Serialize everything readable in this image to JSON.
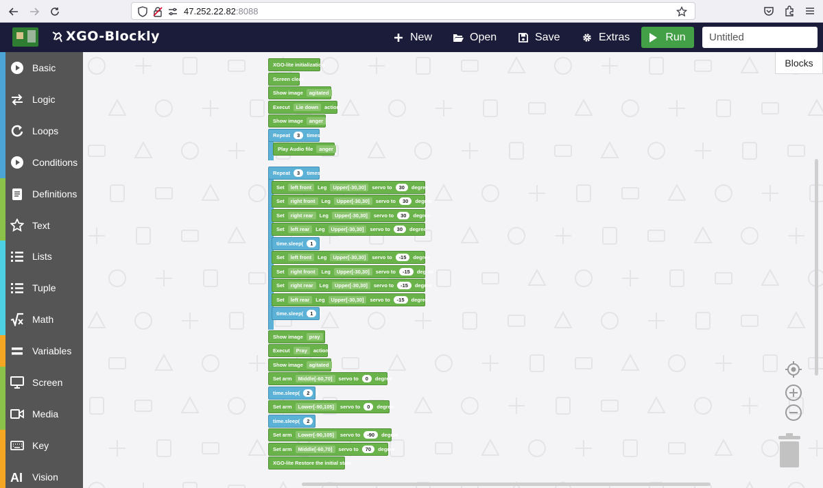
{
  "browser": {
    "url_host": "47.252.22.82",
    "url_port": ":8088"
  },
  "header": {
    "app_title": "XGO-Blockly",
    "new_label": "New",
    "open_label": "Open",
    "save_label": "Save",
    "extras_label": "Extras",
    "run_label": "Run",
    "title_placeholder": "Untitled"
  },
  "sidebar": {
    "items": [
      {
        "label": "Basic",
        "color": "#4ba3d6",
        "icon": "play-circle-icon"
      },
      {
        "label": "Logic",
        "color": "#4ba3d6",
        "icon": "arrows-icon"
      },
      {
        "label": "Loops",
        "color": "#4ba3d6",
        "icon": "redo-icon"
      },
      {
        "label": "Conditions",
        "color": "#4ba3d6",
        "icon": "play-circle-icon"
      },
      {
        "label": "Definitions",
        "color": "#8bc34a",
        "icon": "document-icon"
      },
      {
        "label": "Text",
        "color": "#8bc34a",
        "icon": "star-icon"
      },
      {
        "label": "Lists",
        "color": "#4dd0e1",
        "icon": "list-icon"
      },
      {
        "label": "Tuple",
        "color": "#4dd0e1",
        "icon": "list-icon"
      },
      {
        "label": "Math",
        "color": "#4dd0e1",
        "icon": "sqrt-icon"
      },
      {
        "label": "Variables",
        "color": "#f5a623",
        "icon": "equals-icon"
      },
      {
        "label": "Screen",
        "color": "#8bc34a",
        "icon": "monitor-icon"
      },
      {
        "label": "Media",
        "color": "#8bc34a",
        "icon": "video-icon"
      },
      {
        "label": "Key",
        "color": "#f5a623",
        "icon": "keyboard-icon"
      },
      {
        "label": "Vision",
        "color": "#f5a623",
        "icon": "ai-icon"
      }
    ]
  },
  "workspace": {
    "blocks_tab_label": "Blocks",
    "blocks": {
      "init": "XGO-lite initialization",
      "screen_clear": "Screen clear",
      "show_image": "Show image",
      "execut": "Execut",
      "action": "action",
      "repeat": "Repeat",
      "times": "times",
      "play_audio": "Play Audio file",
      "set": "Set",
      "leg": "Leg",
      "servo_to": "servo to",
      "degree": "degree",
      "time_sleep": "time.sleep(",
      "close_paren": ")",
      "set_arm": "Set arm",
      "restore": "XGO-lite Restore the initial state",
      "agitated": "agitated",
      "lie_down": "Lie down",
      "anger": "anger",
      "pray": "pray",
      "Pray": "Pray",
      "left_front": "left front",
      "right_front": "right front",
      "right_rear": "right rear",
      "left_rear": "left rear",
      "upper_range": "Upper[-30,30]",
      "middle_range": "Middle[-60,70]",
      "lower_range": "Lower[-90,105]",
      "n3": "3",
      "n30": "30",
      "n1": "1",
      "nm15": "-15",
      "n0": "0",
      "n2": "2",
      "nm90": "-90",
      "n70": "70"
    }
  },
  "colors": {
    "header_bg": "#1b1b3a",
    "run_green": "#43a047",
    "block_green": "#6ab24a",
    "loop_blue": "#5cb1d6",
    "sidebar_bg": "#555555"
  }
}
